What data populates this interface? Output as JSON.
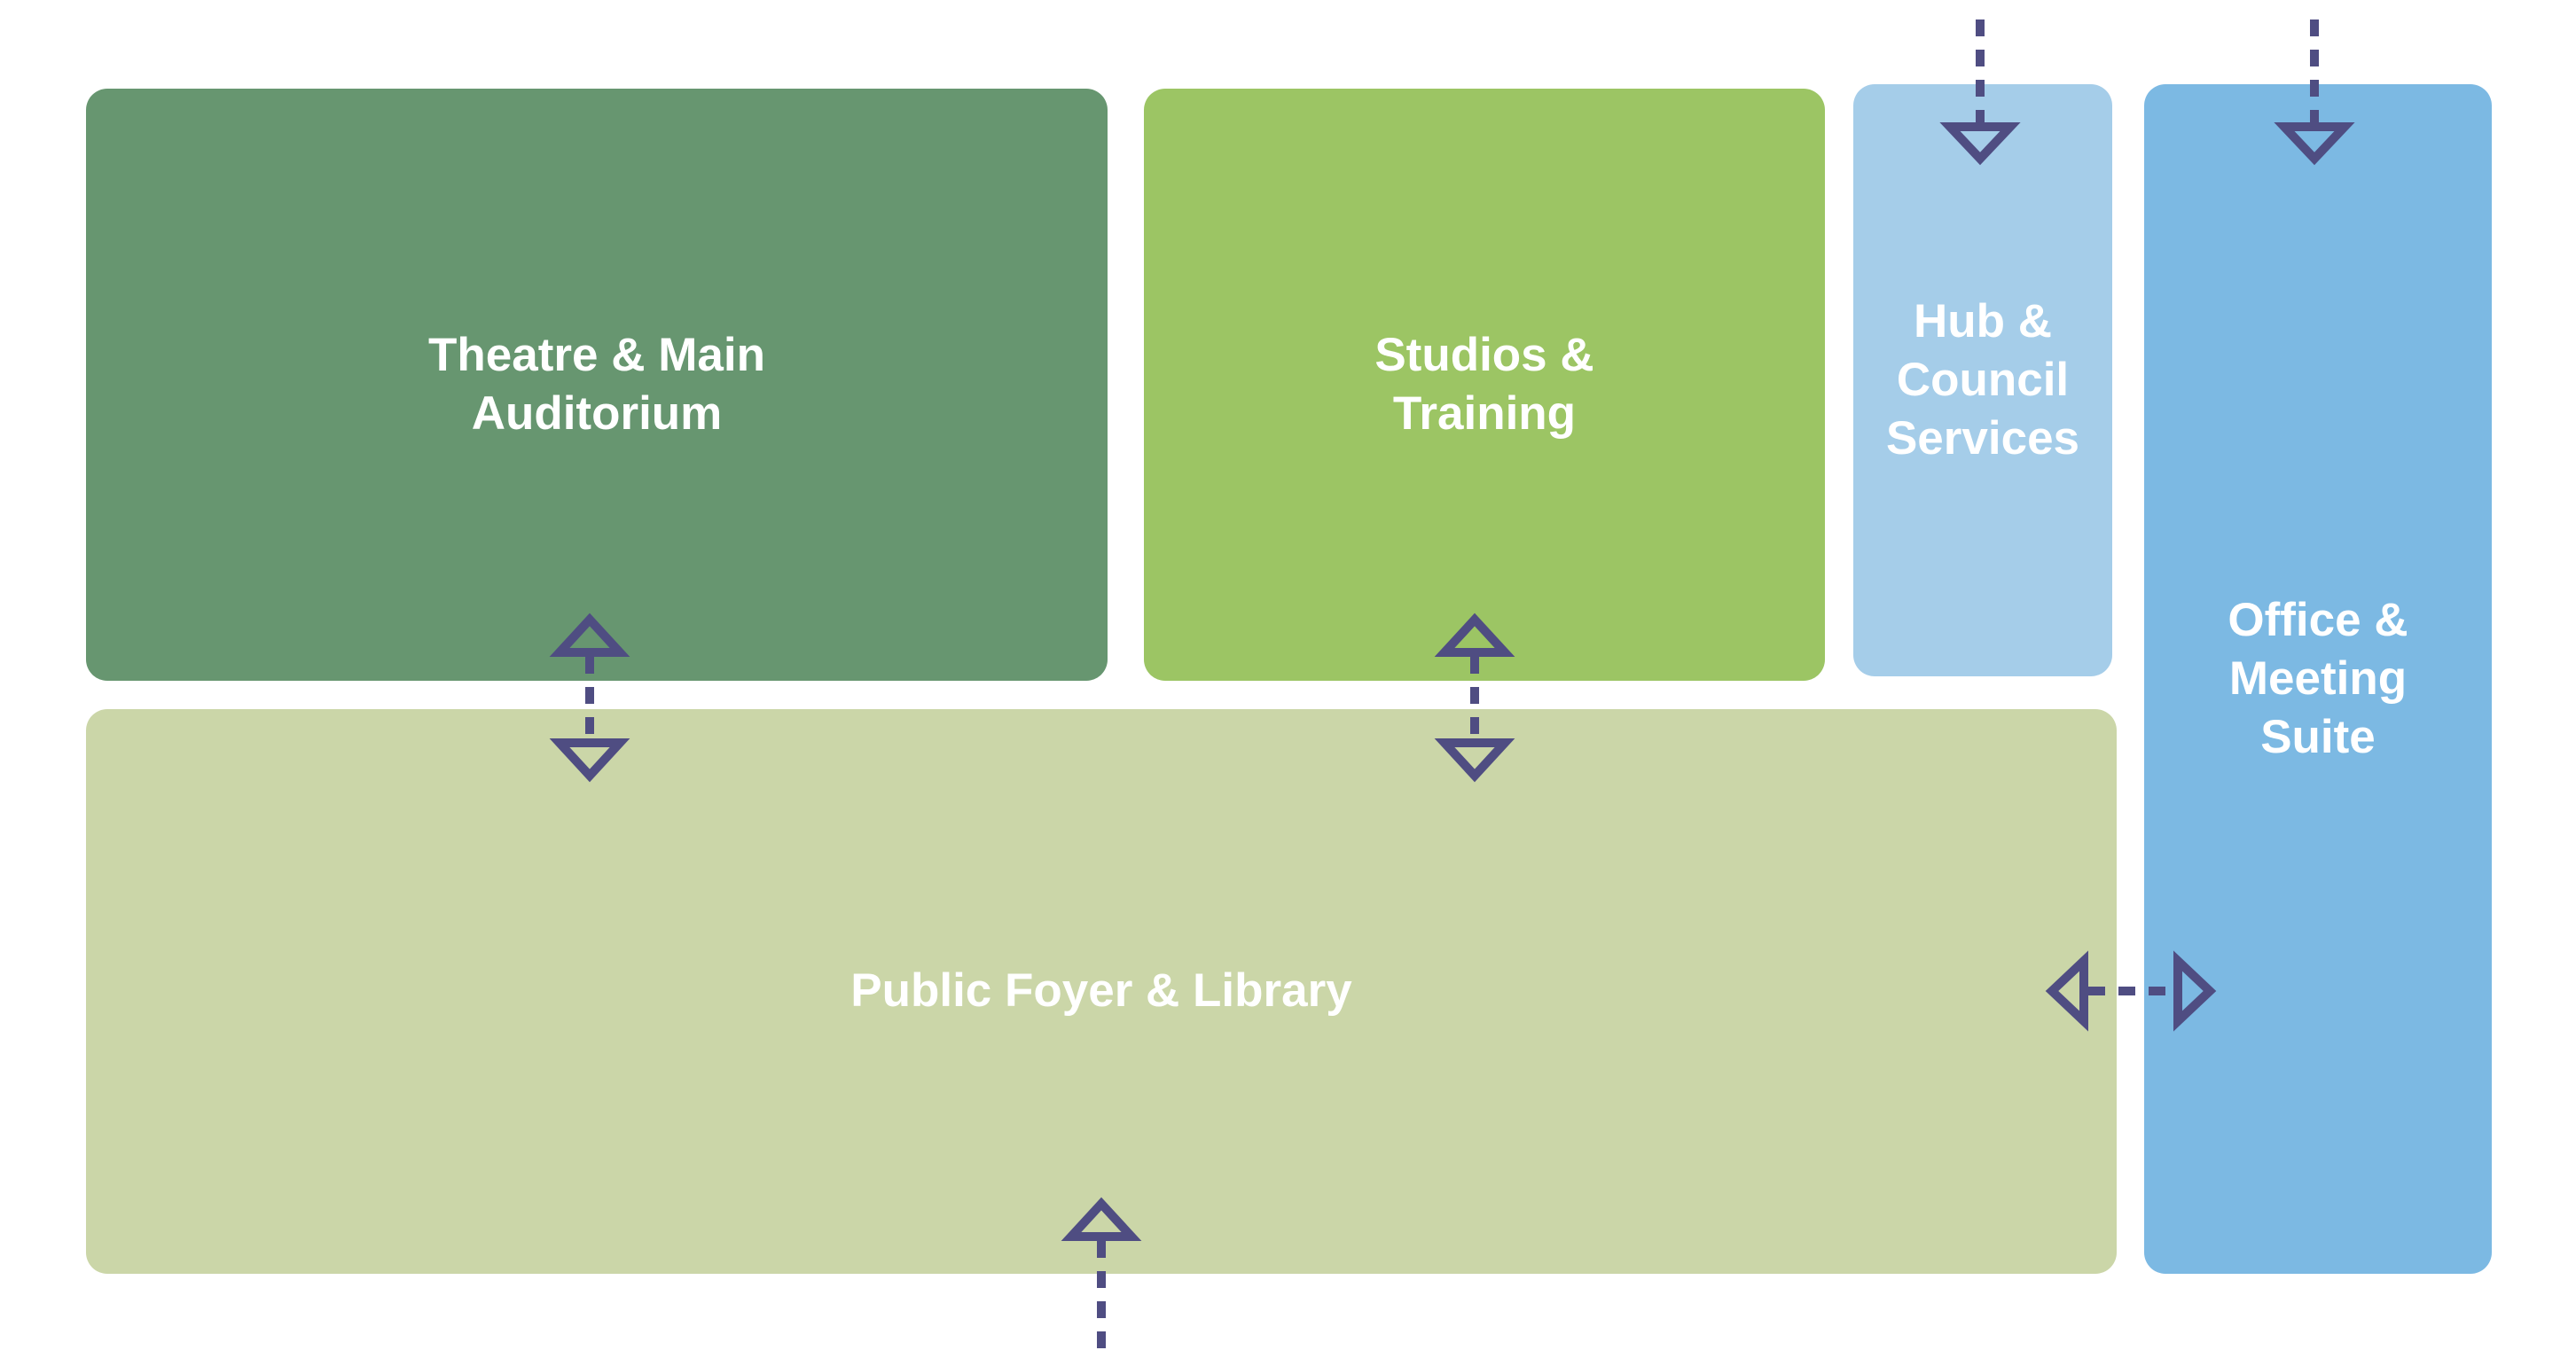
{
  "diagram": {
    "type": "block-adjacency-diagram",
    "blocks": [
      {
        "id": "theatre",
        "label": "Theatre & Main\nAuditorium",
        "color": "#679670"
      },
      {
        "id": "studios",
        "label": "Studios &\nTraining",
        "color": "#9CC564"
      },
      {
        "id": "hub",
        "label": "Hub &\nCouncil\nServices",
        "color": "#A5CDE9"
      },
      {
        "id": "office",
        "label": "Office &\nMeeting\nSuite",
        "color": "#7CB9E3"
      },
      {
        "id": "foyer",
        "label": "Public Foyer & Library",
        "color": "#CBD6A8"
      }
    ],
    "connectors": [
      {
        "from": "theatre",
        "to": "foyer",
        "style": "dashed",
        "type": "two-way-vertical"
      },
      {
        "from": "studios",
        "to": "foyer",
        "style": "dashed",
        "type": "two-way-vertical"
      },
      {
        "from": "outside-top",
        "to": "hub",
        "style": "dashed",
        "type": "one-way-in"
      },
      {
        "from": "outside-top",
        "to": "office",
        "style": "dashed",
        "type": "one-way-in"
      },
      {
        "from": "foyer",
        "to": "office",
        "style": "dashed",
        "type": "two-way-horizontal"
      },
      {
        "from": "outside-bottom",
        "to": "foyer",
        "style": "dashed",
        "type": "one-way-in"
      }
    ],
    "colors": {
      "arrow": "#4F4D82",
      "label_text": "#FFFFFF",
      "page_background": "#FFFFFF"
    }
  }
}
